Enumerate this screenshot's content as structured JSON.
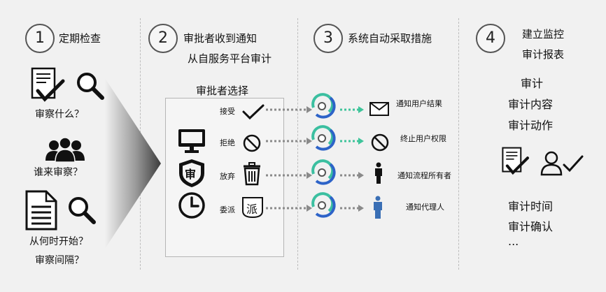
{
  "steps": [
    {
      "number": "1",
      "title": "定期检查"
    },
    {
      "number": "2",
      "title_line1": "审批者收到通知",
      "title_line2": "从自服务平台审计"
    },
    {
      "number": "3",
      "title": "系统自动采取措施"
    },
    {
      "number": "4",
      "title_line1": "建立监控",
      "title_line2": "审计报表"
    }
  ],
  "col1": {
    "q1": "审察什么？",
    "q2": "谁来审察？",
    "q3a": "从何时开始？",
    "q3b": "审察间隔？"
  },
  "col2": {
    "panel_title": "审批者选择",
    "options": [
      "接受",
      "拒绝",
      "放弃",
      "委派"
    ],
    "shield_char": "审",
    "delegate_char": "派"
  },
  "col3": {
    "outcomes": [
      "通知用户结果",
      "终止用户权限",
      "通知流程所有者",
      "通知代理人"
    ]
  },
  "col4": {
    "audit": "审计",
    "items_top": [
      "审计内容",
      "审计动作"
    ],
    "items_bottom": [
      "审计时间",
      "审计确认",
      "..."
    ]
  },
  "colors": {
    "background": "#f1f1f1",
    "cycle_teal": "#3bbfa0",
    "cycle_blue": "#2d63c8",
    "dotted_gray": "#8a8a8a",
    "dotted_green": "#3ec49a",
    "person_blue": "#3a6fb5"
  }
}
